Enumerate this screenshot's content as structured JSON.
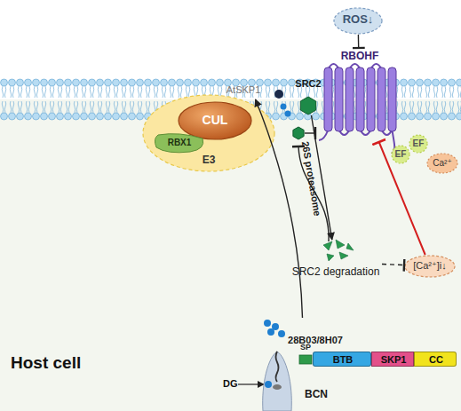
{
  "diagram": {
    "nodes": [
      {
        "text": [
          "ROS↓"
        ]
      },
      {
        "text": [
          "RBOHF"
        ]
      },
      {
        "text": [
          "SRC2"
        ]
      },
      {
        "text": [
          "AtSKP1"
        ]
      },
      {
        "text": [
          "E3"
        ]
      },
      {
        "text": [
          "CUL"
        ],
        "in": 4
      },
      {
        "text": [
          "RBX1"
        ],
        "in": 4
      },
      {
        "text": [
          "EF"
        ]
      },
      {
        "text": [
          "EF"
        ]
      },
      {
        "text": [
          "Ca²⁺"
        ]
      },
      {
        "text": [
          "SRC2 degradation"
        ]
      },
      {
        "text": [
          "[Ca²⁺]i↓"
        ]
      },
      {
        "text": [
          "28B03/8H07"
        ]
      },
      {
        "text": [
          "BCN"
        ]
      },
      {
        "text": [
          "SP"
        ]
      },
      {
        "text": [
          "BTB"
        ]
      },
      {
        "text": [
          "SKP1"
        ]
      },
      {
        "text": [
          "CC"
        ]
      }
    ],
    "edges": [
      {
        "from": 0,
        "to": 1,
        "arrow": "to"
      },
      {
        "from": 2,
        "to": 10,
        "label": "26S proteasome",
        "arrow": "to"
      },
      {
        "from": 12,
        "to": 3,
        "arrow": "to"
      },
      {
        "from": 10,
        "to": 11,
        "arrow": "to"
      },
      {
        "from": 11,
        "to": 1,
        "arrow": "to"
      }
    ],
    "labels": [
      "Host cell",
      "DG"
    ]
  }
}
